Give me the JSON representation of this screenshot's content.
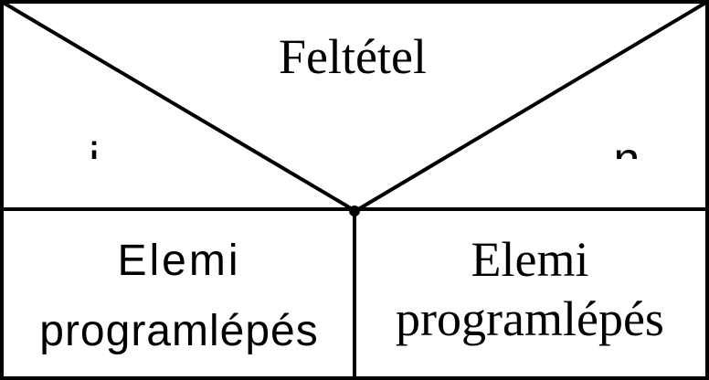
{
  "structogram": {
    "condition": {
      "text": "Feltétel",
      "true_label": "i",
      "false_label": "n"
    },
    "branches": [
      {
        "line1": "Elemi",
        "line2": "programlépés"
      },
      {
        "line1": "Elemi",
        "line2": "programlépés"
      }
    ]
  }
}
